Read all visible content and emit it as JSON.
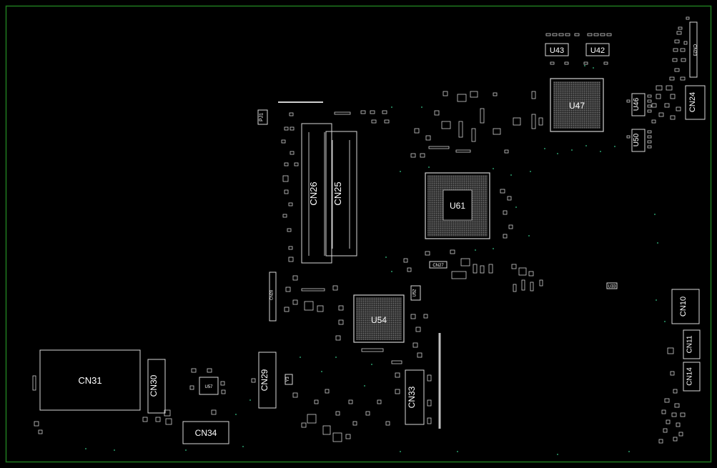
{
  "board": {
    "outline_color": "#1e7a1e",
    "silk_color": "#ffffff",
    "via_color": "#2a9a6a"
  },
  "labels": {
    "u43": "U43",
    "u42": "U42",
    "u47": "U47",
    "u46": "U46",
    "u50": "U50",
    "cn23": "CN23",
    "cn24": "CN24",
    "pj1": "PJ1",
    "cn26": "CN26",
    "cn25": "CN25",
    "u61": "U61",
    "cn27": "CN27",
    "cn28": "CN28",
    "u52": "U52",
    "u54": "U54",
    "u33": "U33",
    "cn10": "CN10",
    "cn11": "CN11",
    "cn14": "CN14",
    "cn31": "CN31",
    "cn30": "CN30",
    "u57": "U57",
    "cn29": "CN29",
    "y3": "Y3",
    "cn33": "CN33",
    "cn34": "CN34"
  }
}
